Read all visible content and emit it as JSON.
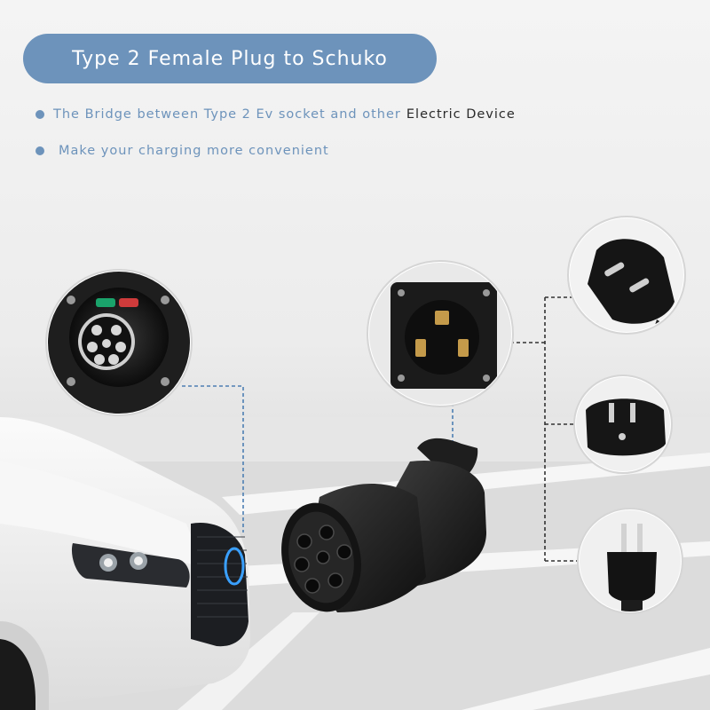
{
  "title": "Type 2 Female Plug to Schuko",
  "bullets": [
    {
      "text": "The Bridge between Type 2 Ev socket and other",
      "emphasis": "Electric Device"
    },
    {
      "text": "Make your charging more convenient"
    }
  ],
  "colors": {
    "accent": "#6d93bb",
    "dark_text": "#2a2a2a",
    "background": "#ececec",
    "led_blue": "#3aa0ff"
  },
  "icons": {
    "socket_detail": "type2-socket-icon",
    "universal_socket_detail": "universal-outlet-icon",
    "schuko_plug": "schuko-plug-icon",
    "us_grounded_plug": "us-grounded-plug-icon",
    "us_two_pin_plug": "us-two-pin-plug-icon",
    "adapter": "type2-adapter-icon",
    "car": "car-front-icon"
  }
}
